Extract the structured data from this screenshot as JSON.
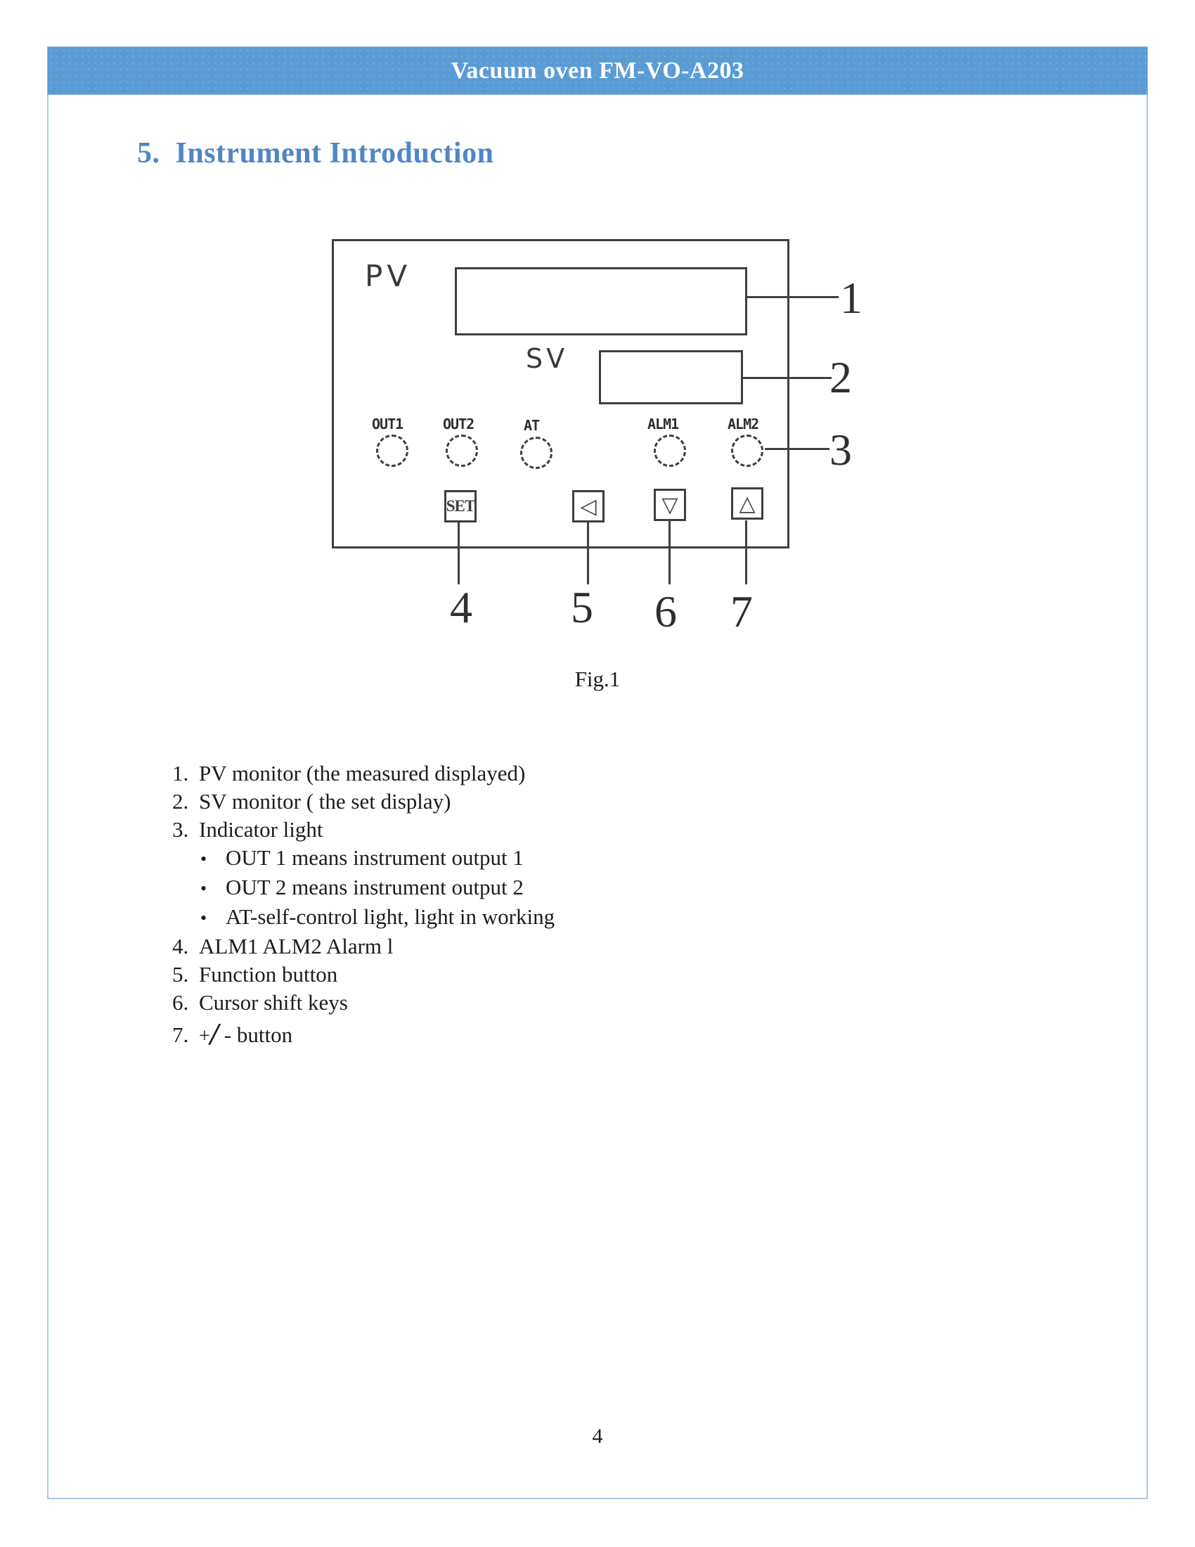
{
  "header": {
    "title": "Vacuum oven FM-VO-A203"
  },
  "section": {
    "number": "5.",
    "title": "Instrument Introduction"
  },
  "figure": {
    "caption": "Fig.1",
    "pv_label": "PV",
    "sv_label": "SV",
    "indicators": {
      "out1": "OUT1",
      "out2": "OUT2",
      "at": "AT",
      "alm1": "ALM1",
      "alm2": "ALM2"
    },
    "buttons": {
      "set_label": "SET",
      "left_glyph": "◁",
      "down_glyph": "▽",
      "up_glyph": "△"
    },
    "callouts": [
      "1",
      "2",
      "3",
      "4",
      "5",
      "6",
      "7"
    ]
  },
  "list": {
    "items": [
      {
        "marker": "1.",
        "text": "PV monitor (the measured displayed)"
      },
      {
        "marker": "2.",
        "text": "SV monitor ( the set display)"
      },
      {
        "marker": "3.",
        "text": "Indicator light"
      },
      {
        "marker": "•",
        "text": "OUT 1 means instrument output 1"
      },
      {
        "marker": "•",
        "text": "OUT 2 means instrument output 2"
      },
      {
        "marker": "•",
        "text": "AT-self-control light, light in working"
      },
      {
        "marker": "4.",
        "text": "ALM1 ALM2 Alarm l"
      },
      {
        "marker": "5.",
        "text": "Function button"
      },
      {
        "marker": "6.",
        "text": "Cursor shift keys"
      },
      {
        "marker": "7.",
        "plus": "+",
        "slash": "/",
        "rest": " - button"
      }
    ]
  },
  "footer": {
    "page_number": "4"
  },
  "colors": {
    "header_bg": "#5b9bd5",
    "heading_text": "#5086c6",
    "frame_border": "#abc9e8",
    "diagram_line": "#3f3f3f"
  }
}
